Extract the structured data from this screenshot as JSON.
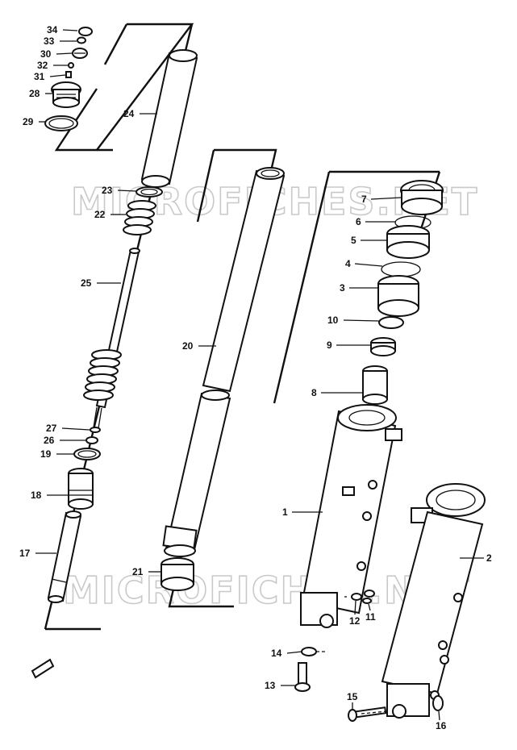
{
  "watermark": {
    "top": "MICROFICHES.NET",
    "bottom": "MICROFICHES.NET"
  },
  "callouts": [
    {
      "id": "1",
      "text": "1"
    },
    {
      "id": "2",
      "text": "2"
    },
    {
      "id": "3",
      "text": "3"
    },
    {
      "id": "4",
      "text": "4"
    },
    {
      "id": "5",
      "text": "5"
    },
    {
      "id": "6",
      "text": "6"
    },
    {
      "id": "7",
      "text": "7"
    },
    {
      "id": "8",
      "text": "8"
    },
    {
      "id": "9",
      "text": "9"
    },
    {
      "id": "10",
      "text": "10"
    },
    {
      "id": "11",
      "text": "11"
    },
    {
      "id": "12",
      "text": "12"
    },
    {
      "id": "13",
      "text": "13"
    },
    {
      "id": "14",
      "text": "14"
    },
    {
      "id": "15",
      "text": "15"
    },
    {
      "id": "16",
      "text": "16"
    },
    {
      "id": "17",
      "text": "17"
    },
    {
      "id": "18",
      "text": "18"
    },
    {
      "id": "19",
      "text": "19"
    },
    {
      "id": "20",
      "text": "20"
    },
    {
      "id": "21",
      "text": "21"
    },
    {
      "id": "22",
      "text": "22"
    },
    {
      "id": "23",
      "text": "23"
    },
    {
      "id": "24",
      "text": "24"
    },
    {
      "id": "25",
      "text": "25"
    },
    {
      "id": "26",
      "text": "26"
    },
    {
      "id": "27",
      "text": "27"
    },
    {
      "id": "28",
      "text": "28"
    },
    {
      "id": "29",
      "text": "29"
    },
    {
      "id": "30",
      "text": "30"
    },
    {
      "id": "31",
      "text": "31"
    },
    {
      "id": "32",
      "text": "32"
    },
    {
      "id": "33",
      "text": "33"
    },
    {
      "id": "34",
      "text": "34"
    }
  ]
}
